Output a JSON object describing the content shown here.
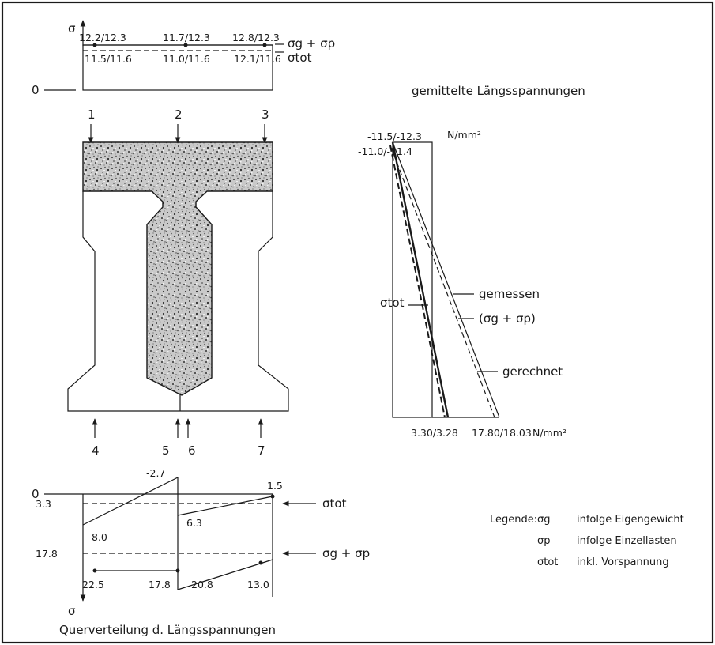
{
  "top_diagram": {
    "axis_symbol": "σ",
    "zero_label": "0",
    "upper_values": [
      "12.2/12.3",
      "11.7/12.3",
      "12.8/12.3"
    ],
    "lower_values": [
      "11.5/11.6",
      "11.0/11.6",
      "12.1/11.6"
    ],
    "legend_upper": "σg + σp",
    "legend_lower": "σtot"
  },
  "section": {
    "top_markers": [
      "1",
      "2",
      "3"
    ],
    "bottom_markers": [
      "4",
      "5",
      "6",
      "7"
    ]
  },
  "right_diagram": {
    "title": "gemittelte Längsspannungen",
    "top_value_1": "-11.5/-12.3",
    "top_value_2": "-11.0/-11.4",
    "unit_top": "N/mm²",
    "bottom_value_1": "3.30/3.28",
    "bottom_value_2": "17.80/18.03",
    "unit_bottom": "N/mm²",
    "label_tot": "σtot",
    "label_measured": "gemessen",
    "label_gp": "(σg + σp)",
    "label_calculated": "gerechnet"
  },
  "bottom_diagram": {
    "zero_label": "0",
    "axis_symbol": "σ",
    "left_values": [
      "3.3",
      "17.8"
    ],
    "upper_points": [
      "-2.7",
      "1.5",
      "8.0",
      "6.3"
    ],
    "lower_points": [
      "22.5",
      "17.8",
      "20.8",
      "13.0"
    ],
    "label_tot": "σtot",
    "label_gp": "σg + σp",
    "caption": "Querverteilung d. Längsspannungen"
  },
  "legend": {
    "heading": "Legende:",
    "rows": [
      {
        "symbol": "σg",
        "text": "infolge Eigengewicht"
      },
      {
        "symbol": "σp",
        "text": "infolge Einzellasten"
      },
      {
        "symbol": "σtot",
        "text": "inkl.    Vorspannung"
      }
    ]
  }
}
